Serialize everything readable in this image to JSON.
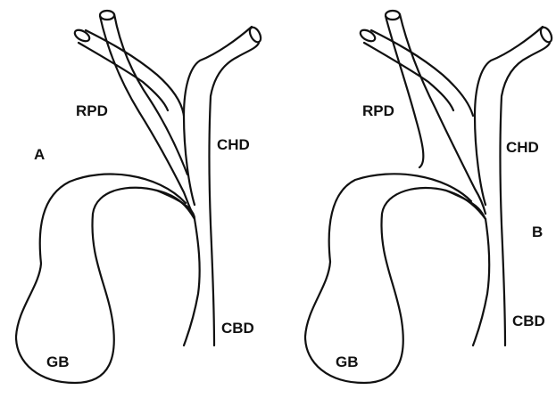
{
  "panels": [
    {
      "letter": "A",
      "labels": {
        "rpd": "RPD",
        "chd": "CHD",
        "cbd": "CBD",
        "gb": "GB"
      }
    },
    {
      "letter": "B",
      "labels": {
        "rpd": "RPD",
        "chd": "CHD",
        "cbd": "CBD",
        "gb": "GB"
      }
    }
  ],
  "colors": {
    "stroke": "#111111",
    "background": "#ffffff"
  }
}
